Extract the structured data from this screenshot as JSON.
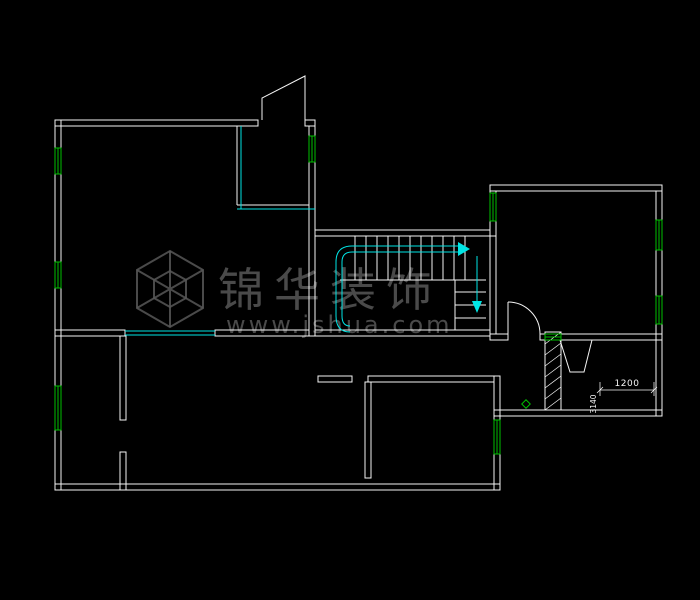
{
  "colors": {
    "background": "#000000",
    "wall": "#f5f5f5",
    "accent": "#00e5e5",
    "window": "#00c000",
    "watermark": "#575757"
  },
  "watermark": {
    "brand": "锦华装饰",
    "url": "www.jshua.com",
    "logo": "hexagon-cube-logo"
  },
  "dimensions": {
    "width_label": "1200",
    "side_label": "3140"
  }
}
